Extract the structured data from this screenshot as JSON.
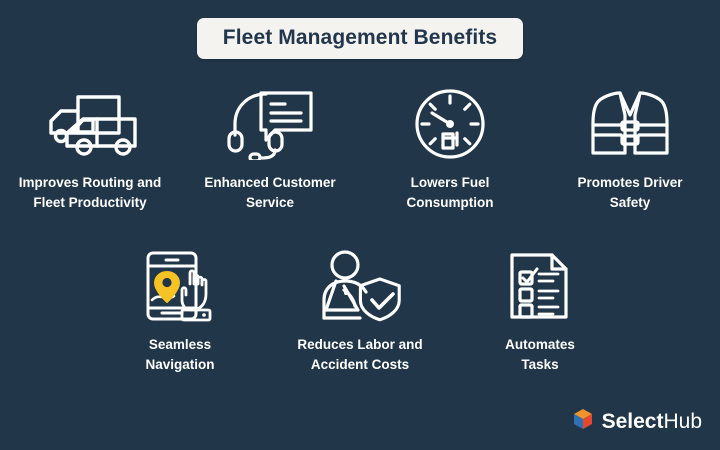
{
  "header": {
    "title": "Fleet Management Benefits"
  },
  "theme": {
    "background": "#213648",
    "banner_background": "#f4f3ef",
    "banner_text": "#22374d",
    "icon_stroke": "#ffffff",
    "label_text": "#ffffff",
    "accent_pin": "#f6c324",
    "logo_orange": "#f0932b",
    "logo_red": "#e8472f",
    "logo_blue": "#2f6fb5"
  },
  "benefits": [
    {
      "icon": "delivery-trucks-icon",
      "label": "Improves Routing and\nFleet Productivity",
      "row": 1
    },
    {
      "icon": "headset-chat-icon",
      "label": "Enhanced Customer\nService",
      "row": 1
    },
    {
      "icon": "fuel-gauge-icon",
      "label": "Lowers Fuel\nConsumption",
      "row": 1
    },
    {
      "icon": "safety-vest-icon",
      "label": "Promotes Driver\nSafety",
      "row": 1
    },
    {
      "icon": "smartphone-map-pin-icon",
      "label": "Seamless\nNavigation",
      "row": 2
    },
    {
      "icon": "injured-worker-shield-icon",
      "label": "Reduces Labor and\nAccident Costs",
      "row": 2
    },
    {
      "icon": "checklist-document-icon",
      "label": "Automates\nTasks",
      "row": 2
    }
  ],
  "logo": {
    "mark": "selecthub-cube-icon",
    "name_bold": "Select",
    "name_light": "Hub"
  }
}
